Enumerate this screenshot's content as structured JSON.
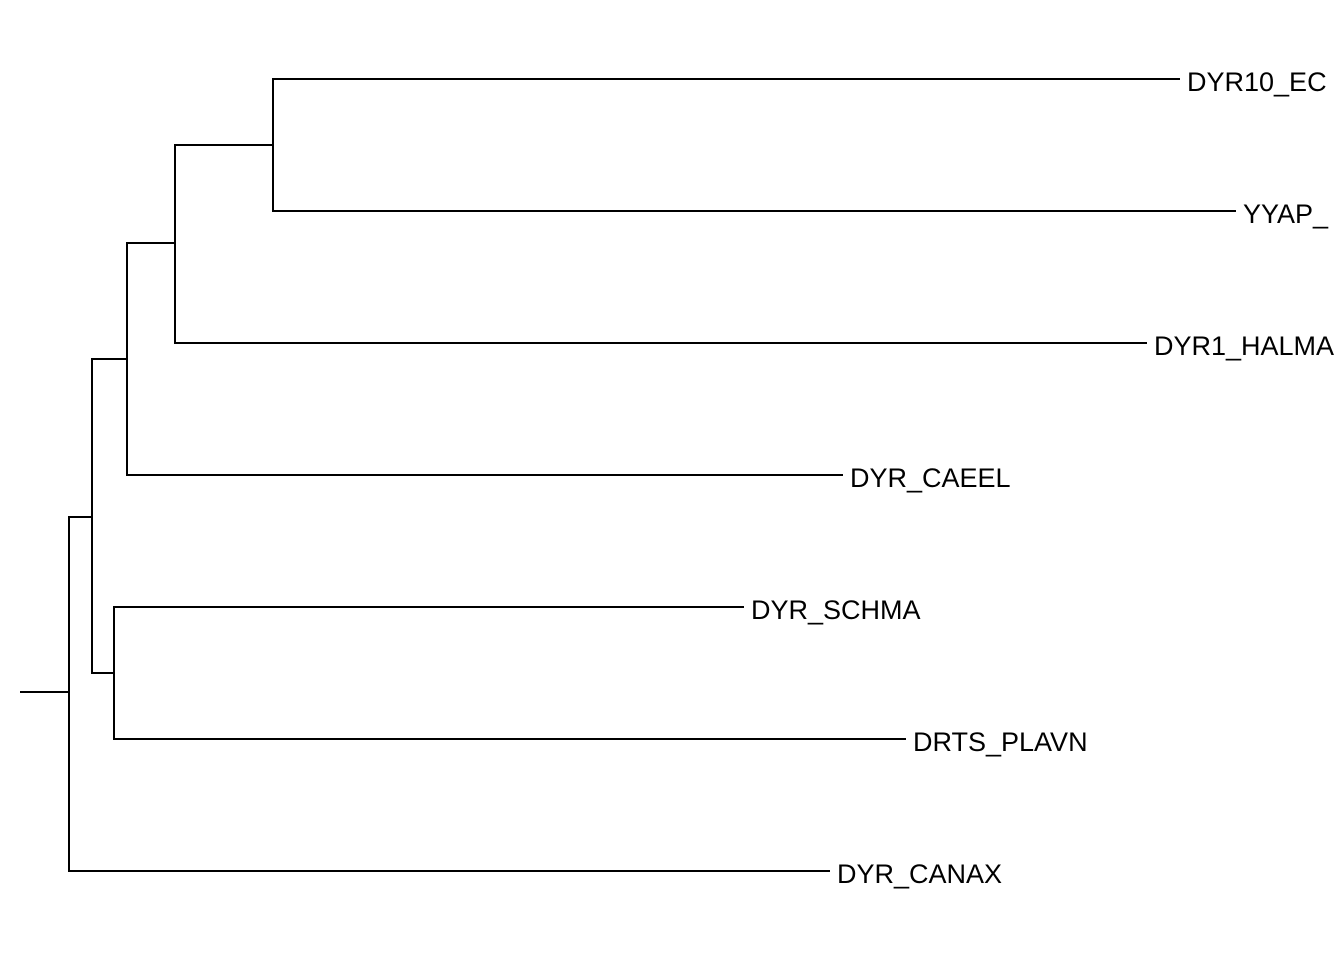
{
  "tree": {
    "tips": [
      {
        "id": "t1",
        "label": "DYR10_EC"
      },
      {
        "id": "t2",
        "label": "YYAP_"
      },
      {
        "id": "t3",
        "label": "DYR1_HALMA"
      },
      {
        "id": "t4",
        "label": "DYR_CAEEL"
      },
      {
        "id": "t5",
        "label": "DYR_SCHMA"
      },
      {
        "id": "t6",
        "label": "DRTS_PLAVN"
      },
      {
        "id": "t7",
        "label": "DYR_CANAX"
      }
    ],
    "topology": "(((((t1,t2),t3),t4),(t5,t6)),t7)"
  }
}
